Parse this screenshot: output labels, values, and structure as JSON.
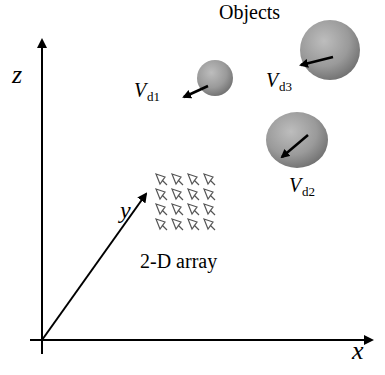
{
  "diagram": {
    "title": "Objects",
    "labels": [
      "z",
      "y",
      "2-D array",
      "x",
      "V",
      "d1",
      "V",
      "d3",
      "V",
      "d2"
    ]
  }
}
